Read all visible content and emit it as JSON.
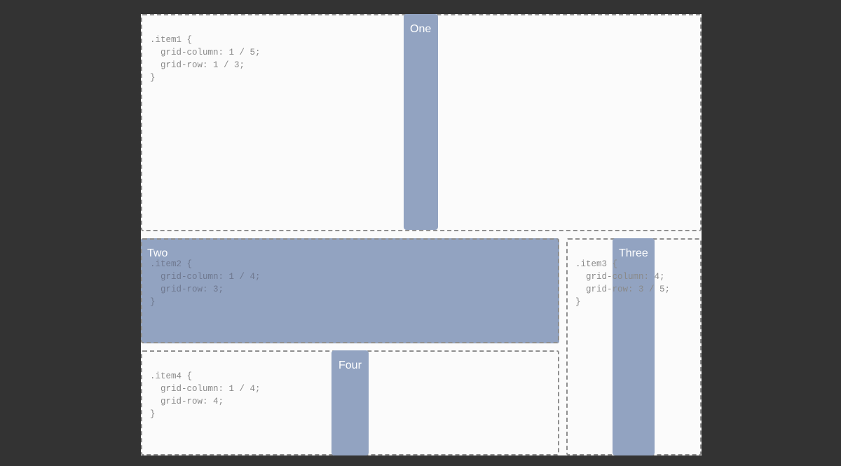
{
  "items": {
    "one": {
      "label": "One",
      "code": ".item1 {\n  grid-column: 1 / 5;\n  grid-row: 1 / 3;\n}"
    },
    "two": {
      "label": "Two",
      "code": ".item2 {\n  grid-column: 1 / 4;\n  grid-row: 3;\n}"
    },
    "three": {
      "label": "Three",
      "code": ".item3 {\n  grid-column: 4;\n  grid-row: 3 / 5;\n}"
    },
    "four": {
      "label": "Four",
      "code": ".item4 {\n  grid-column: 1 / 4;\n  grid-row: 4;\n}"
    }
  },
  "colors": {
    "page_background": "#333333",
    "canvas_background": "#fbfbfb",
    "item_fill": "#92a3c1",
    "area_border": "#8f8f8f",
    "code_text": "#8a8a8a",
    "label_text": "#ffffff"
  }
}
